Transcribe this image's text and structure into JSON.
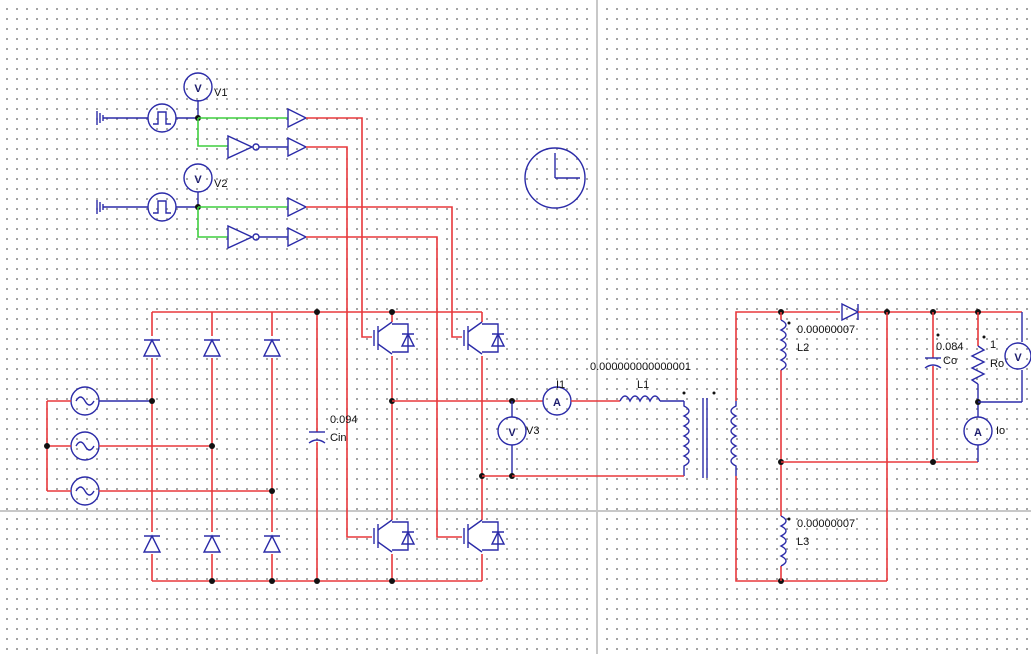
{
  "meters": {
    "v1": {
      "symbol": "V",
      "name": "V1"
    },
    "v2": {
      "symbol": "V",
      "name": "V2"
    },
    "v3": {
      "symbol": "V",
      "name": "V3"
    },
    "i1": {
      "symbol": "A",
      "name": "I1"
    },
    "io": {
      "symbol": "A",
      "name": "Io"
    },
    "vout": {
      "symbol": "V"
    }
  },
  "components": {
    "cin": {
      "value": "0.094",
      "name": "Cin"
    },
    "l1": {
      "value": "0.000000000000001",
      "name": "L1"
    },
    "l2": {
      "value": "0.00000007",
      "name": "L2"
    },
    "l3": {
      "value": "0.00000007",
      "name": "L3"
    },
    "co": {
      "value": "0.084",
      "name": "Co"
    },
    "ro": {
      "value": "1",
      "name": "Ro"
    }
  },
  "colors": {
    "power_wire": "#e8383c",
    "gate_wire": "#3fcf3f",
    "component": "#2b2ba8",
    "grid_dot": "#8a8a8a",
    "guide_line": "#c8c8c8"
  }
}
